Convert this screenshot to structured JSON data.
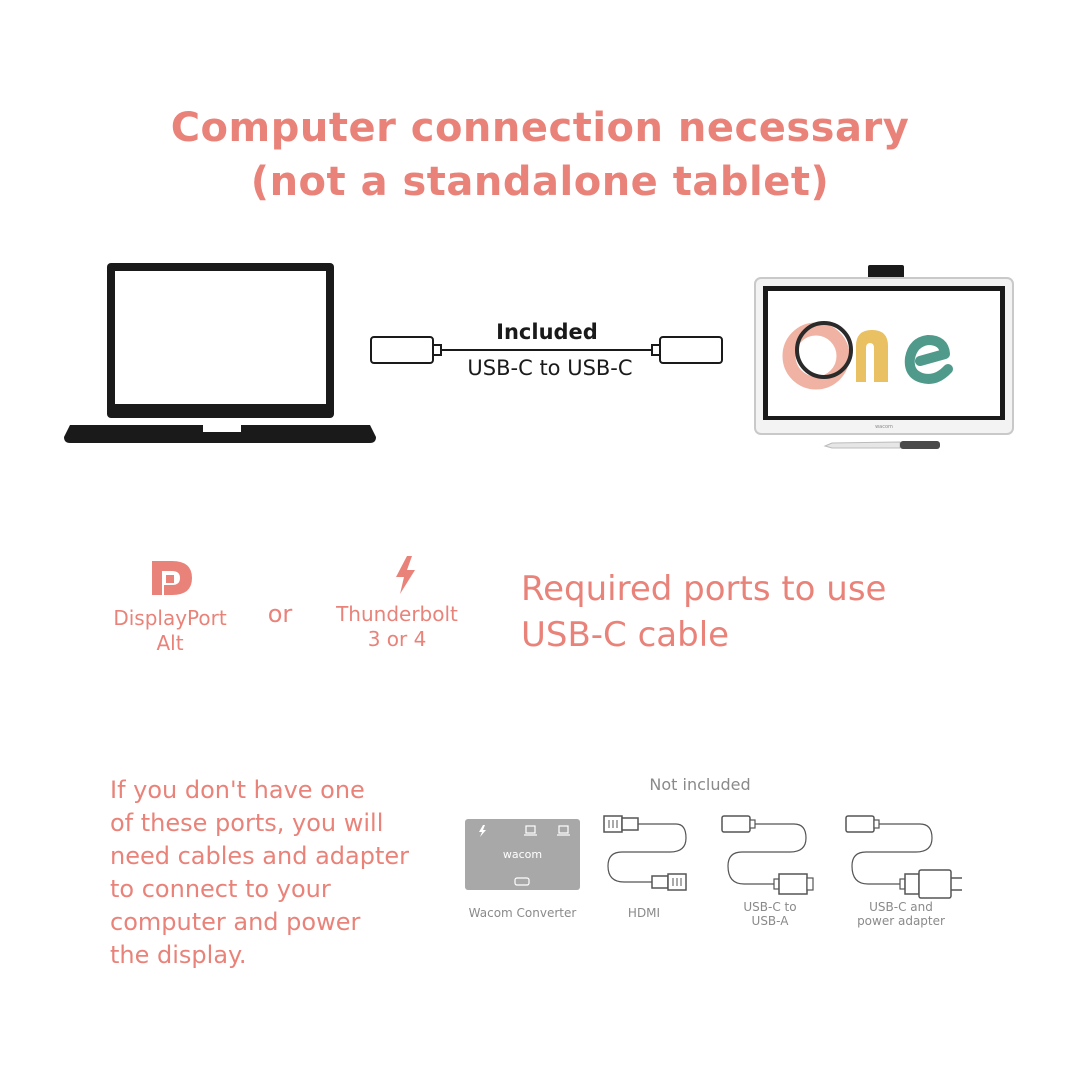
{
  "header": {
    "line1": "Computer connection necessary",
    "line2": "(not a standalone tablet)"
  },
  "cable": {
    "included_label": "Included",
    "type_label": "USB-C to USB-C"
  },
  "display": {
    "logo_text": "One",
    "bezel_brand": "wacom"
  },
  "ports": {
    "displayport_line1": "DisplayPort",
    "displayport_line2": "Alt",
    "or_label": "or",
    "thunderbolt_line1": "Thunderbolt",
    "thunderbolt_line2": "3 or 4",
    "required_line1": "Required ports to use",
    "required_line2": "USB-C cable"
  },
  "alternative": {
    "lines": [
      "If you don't have one",
      "of these ports, you will",
      "need cables and adapter",
      "to connect to your",
      "computer and power",
      "the display."
    ],
    "not_included_label": "Not included",
    "converter_brand": "wacom",
    "items": [
      {
        "line1": "Wacom Converter",
        "line2": ""
      },
      {
        "line1": "HDMI",
        "line2": ""
      },
      {
        "line1": "USB-C to",
        "line2": "USB-A"
      },
      {
        "line1": "USB-C and",
        "line2": "power adapter"
      }
    ]
  },
  "colors": {
    "accent": "#e9837a",
    "logo_pink": "#f0b2a2",
    "logo_yellow": "#e9c062",
    "logo_teal": "#4f9a8a",
    "converter_gray": "#a8a8a8"
  }
}
